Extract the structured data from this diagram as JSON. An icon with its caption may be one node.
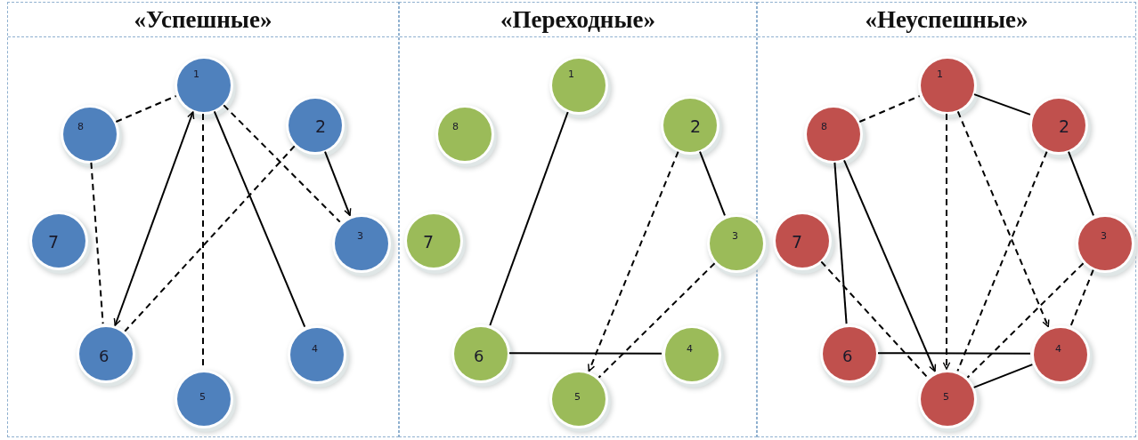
{
  "diagram": {
    "nodes": [
      {
        "text": [
          "«Успешные»"
        ]
      },
      {
        "text": [
          "1"
        ],
        "in": 0
      },
      {
        "text": [
          "2"
        ],
        "in": 0
      },
      {
        "text": [
          "3"
        ],
        "in": 0
      },
      {
        "text": [
          "4"
        ],
        "in": 0
      },
      {
        "text": [
          "5"
        ],
        "in": 0
      },
      {
        "text": [
          "6"
        ],
        "in": 0
      },
      {
        "text": [
          "7"
        ],
        "in": 0
      },
      {
        "text": [
          "8"
        ],
        "in": 0
      },
      {
        "text": [
          "«Переходные»"
        ]
      },
      {
        "text": [
          "1"
        ],
        "in": 9
      },
      {
        "text": [
          "2"
        ],
        "in": 9
      },
      {
        "text": [
          "3"
        ],
        "in": 9
      },
      {
        "text": [
          "4"
        ],
        "in": 9
      },
      {
        "text": [
          "5"
        ],
        "in": 9
      },
      {
        "text": [
          "6"
        ],
        "in": 9
      },
      {
        "text": [
          "7"
        ],
        "in": 9
      },
      {
        "text": [
          "8"
        ],
        "in": 9
      },
      {
        "text": [
          "«Неуспешные»"
        ]
      },
      {
        "text": [
          "1"
        ],
        "in": 18
      },
      {
        "text": [
          "2"
        ],
        "in": 18
      },
      {
        "text": [
          "3"
        ],
        "in": 18
      },
      {
        "text": [
          "4"
        ],
        "in": 18
      },
      {
        "text": [
          "5"
        ],
        "in": 18
      },
      {
        "text": [
          "6"
        ],
        "in": 18
      },
      {
        "text": [
          "7"
        ],
        "in": 18
      },
      {
        "text": [
          "8"
        ],
        "in": 18
      }
    ],
    "edges": [
      {
        "from": 8,
        "to": 1,
        "arrow": "none",
        "style": "dashed"
      },
      {
        "from": 8,
        "to": 6,
        "arrow": "none",
        "style": "dashed"
      },
      {
        "from": 1,
        "to": 6,
        "arrow": "both"
      },
      {
        "from": 1,
        "to": 5,
        "arrow": "none",
        "style": "dashed"
      },
      {
        "from": 1,
        "to": 4,
        "arrow": "none"
      },
      {
        "from": 1,
        "to": 3,
        "arrow": "none",
        "style": "dashed"
      },
      {
        "from": 2,
        "to": 3,
        "arrow": "to"
      },
      {
        "from": 2,
        "to": 6,
        "arrow": "none",
        "style": "dashed"
      },
      {
        "from": 10,
        "to": 15,
        "arrow": "none"
      },
      {
        "from": 15,
        "to": 13,
        "arrow": "none"
      },
      {
        "from": 11,
        "to": 12,
        "arrow": "none"
      },
      {
        "from": 11,
        "to": 14,
        "arrow": "to",
        "style": "dashed"
      },
      {
        "from": 12,
        "to": 14,
        "arrow": "none",
        "style": "dashed"
      },
      {
        "from": 26,
        "to": 19,
        "arrow": "none",
        "style": "dashed"
      },
      {
        "from": 19,
        "to": 23,
        "arrow": "to",
        "style": "dashed"
      },
      {
        "from": 19,
        "to": 22,
        "arrow": "to",
        "style": "dashed"
      },
      {
        "from": 19,
        "to": 20,
        "arrow": "none"
      },
      {
        "from": 20,
        "to": 21,
        "arrow": "none"
      },
      {
        "from": 20,
        "to": 23,
        "arrow": "none",
        "style": "dashed"
      },
      {
        "from": 21,
        "to": 23,
        "arrow": "none",
        "style": "dashed"
      },
      {
        "from": 21,
        "to": 22,
        "arrow": "none",
        "style": "dashed"
      },
      {
        "from": 26,
        "to": 24,
        "arrow": "none"
      },
      {
        "from": 24,
        "to": 22,
        "arrow": "none"
      },
      {
        "from": 26,
        "to": 23,
        "arrow": "to"
      },
      {
        "from": 25,
        "to": 23,
        "arrow": "none",
        "style": "dashed"
      },
      {
        "from": 22,
        "to": 23,
        "arrow": "none"
      }
    ]
  }
}
